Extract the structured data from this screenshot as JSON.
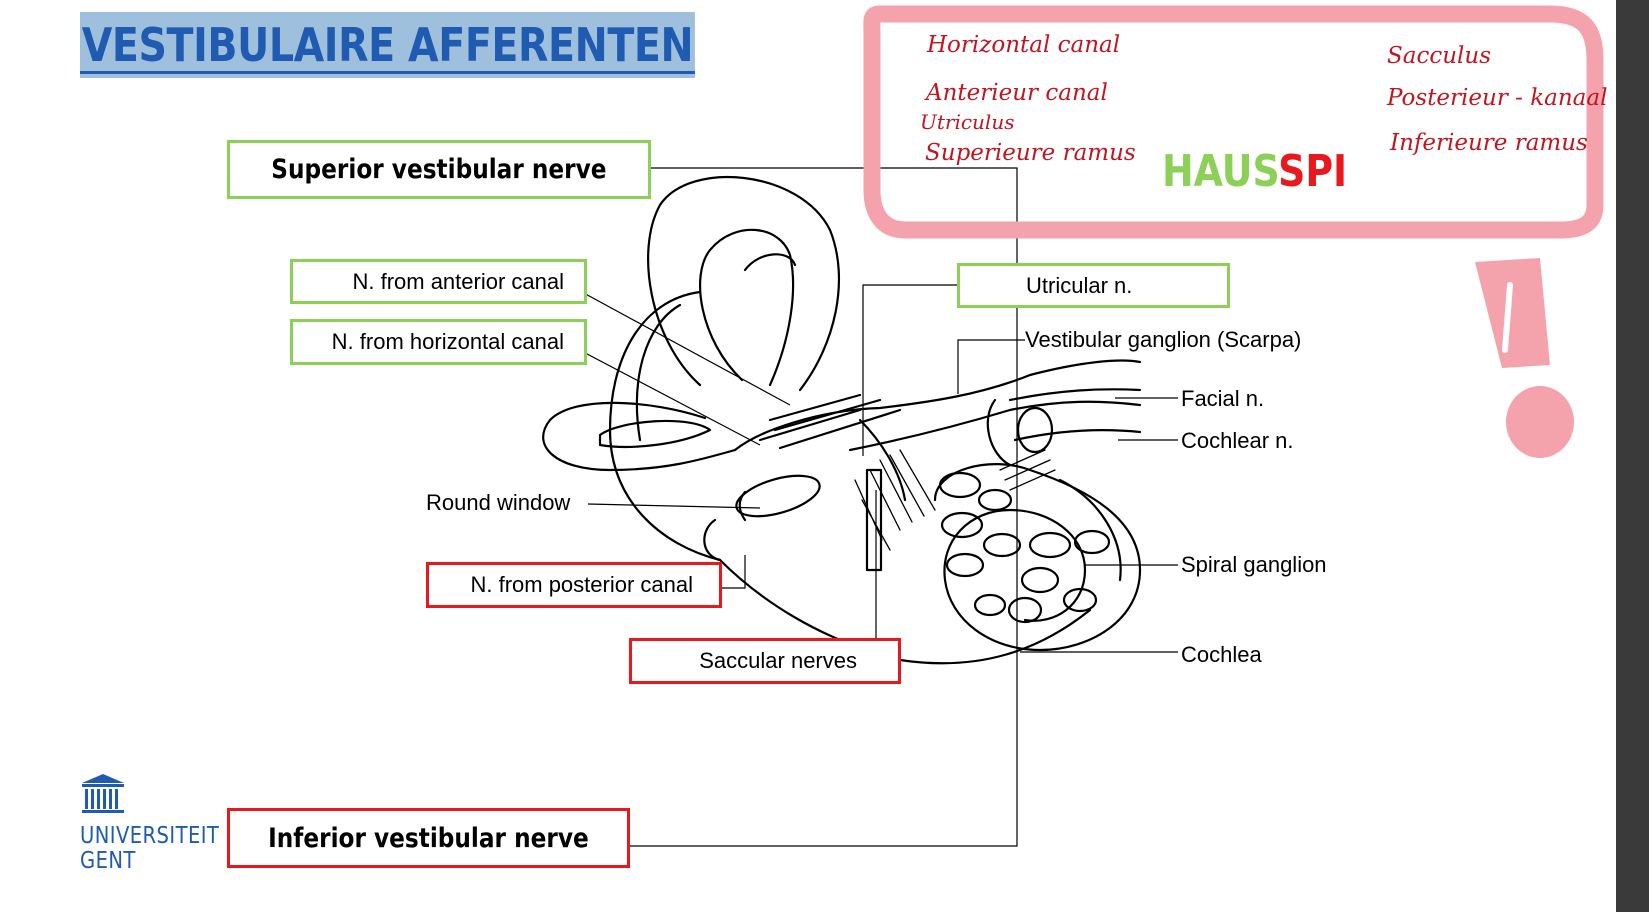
{
  "title": "VESTIBULAIRE AFFERENTEN",
  "logo": {
    "line1": "UNIVERSITEIT",
    "line2": "GENT",
    "icon": "university-building-icon"
  },
  "boxes": {
    "superior": "Superior vestibular nerve",
    "anterior": "N. from anterior canal",
    "horizontal": "N. from horizontal canal",
    "posterior": "N. from posterior canal",
    "saccular": "Saccular nerves",
    "utricular": "Utricular n.",
    "inferior": "Inferior vestibular nerve"
  },
  "labels": {
    "vestibular_ganglion": "Vestibular ganglion (Scarpa)",
    "facial": "Facial n.",
    "cochlear_n": "Cochlear n.",
    "spiral": "Spiral ganglion",
    "cochlea": "Cochlea",
    "round_window": "Round window"
  },
  "notes": {
    "left": [
      "Horizontal canal",
      "Anterieur canal",
      "Utriculus",
      "Superieure ramus"
    ],
    "right": [
      "Sacculus",
      "Posterieur - kanaal",
      "Inferieure ramus"
    ],
    "mnemonic_haus": "HAUS",
    "mnemonic_spi": "SPI"
  },
  "colors": {
    "title_blue": "#1f5bb0",
    "title_highlight": "#9fc0dc",
    "box_green": "#8cd057",
    "box_red": "#e8181d",
    "annotation_pink": "#f4a3ad",
    "handwriting_red": "#c4141f",
    "haus_green": "#8cd057",
    "spi_red": "#e8181d"
  }
}
